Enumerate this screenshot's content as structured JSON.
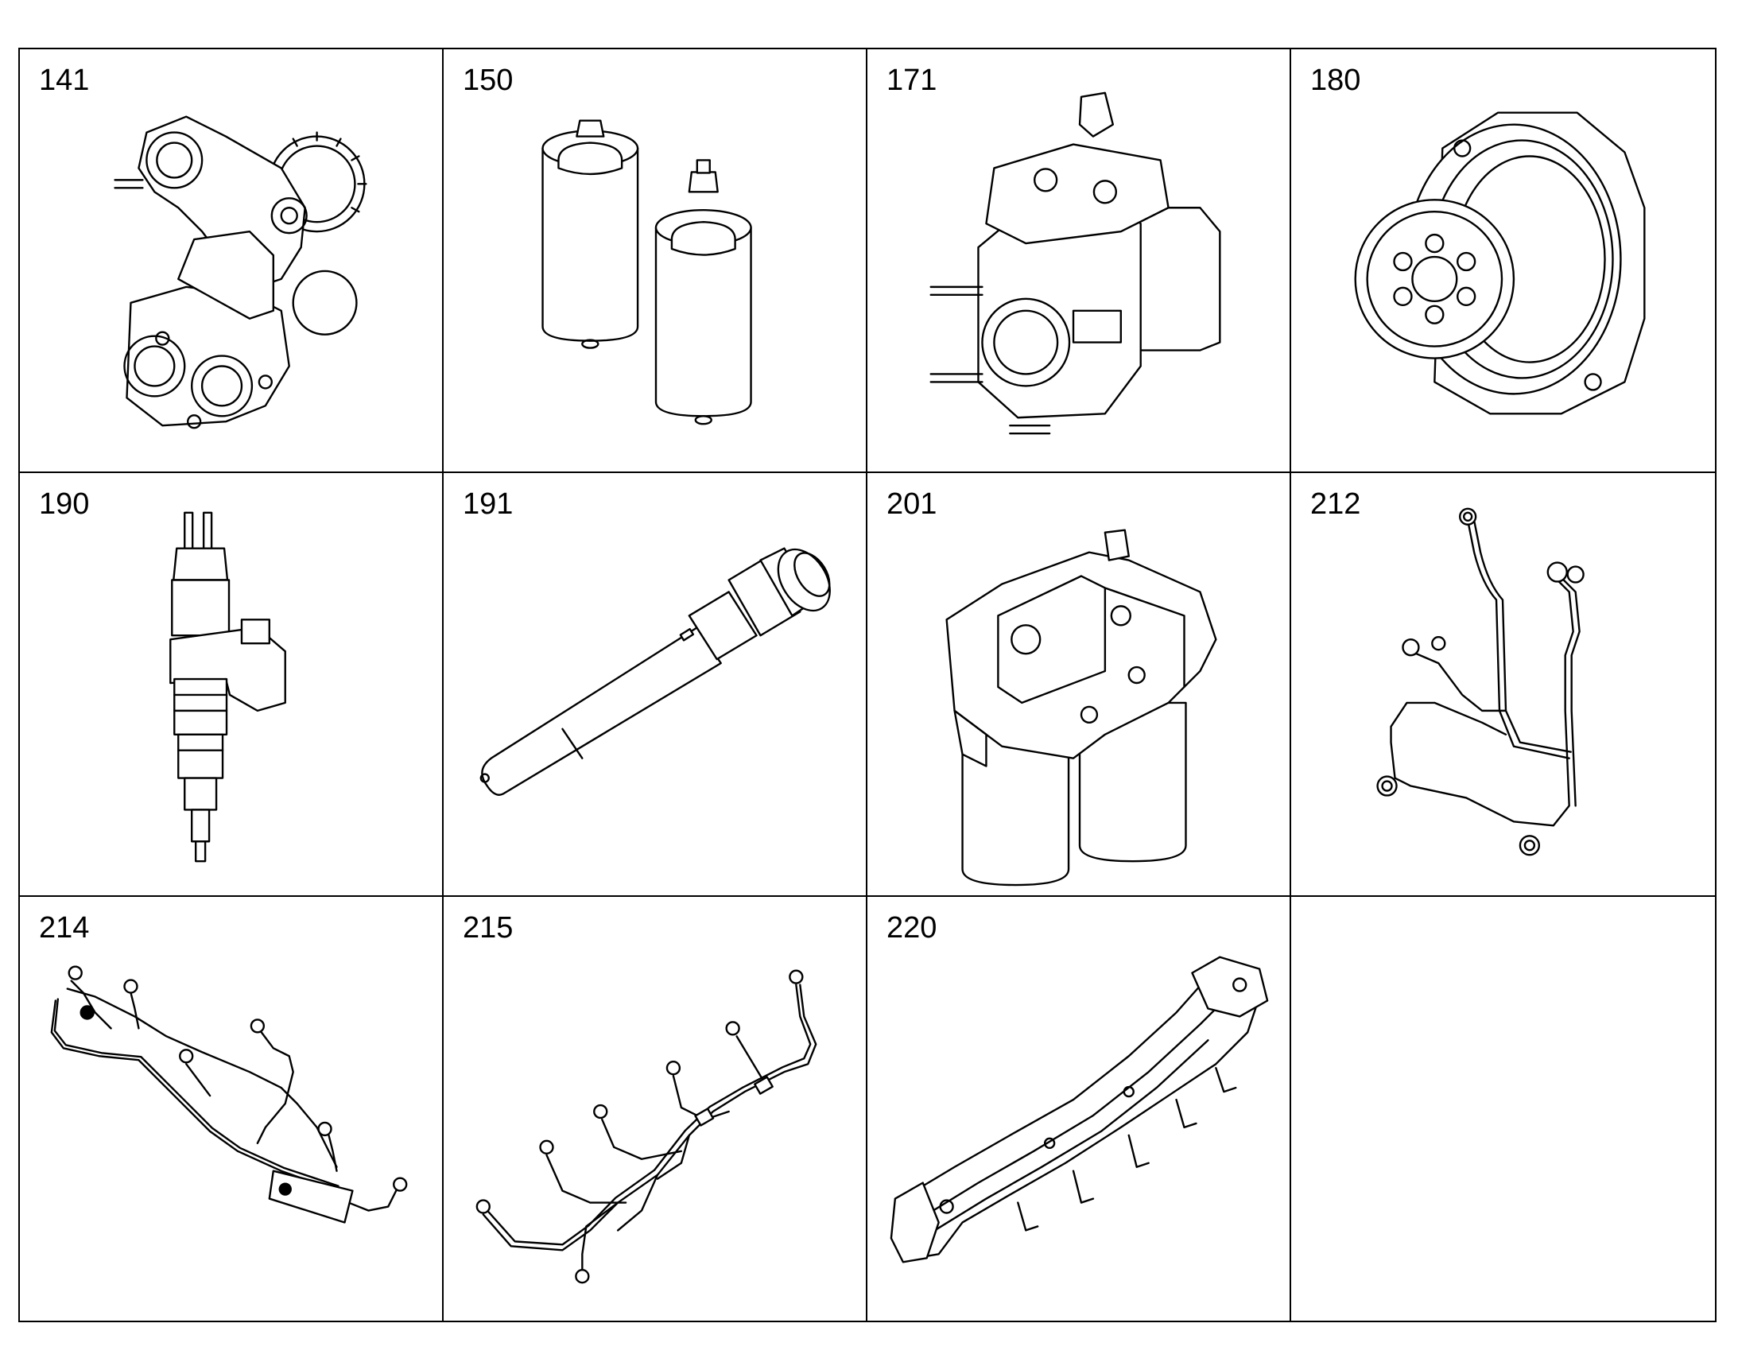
{
  "parts": [
    {
      "number": "141",
      "icon": "oil-pump-gear-housing-icon"
    },
    {
      "number": "150",
      "icon": "fuel-filter-pair-icon"
    },
    {
      "number": "171",
      "icon": "fuel-pump-icon"
    },
    {
      "number": "180",
      "icon": "drive-gear-hub-icon"
    },
    {
      "number": "190",
      "icon": "fuel-injector-icon"
    },
    {
      "number": "191",
      "icon": "injector-sleeve-icon"
    },
    {
      "number": "201",
      "icon": "fuel-filter-housing-icon"
    },
    {
      "number": "212",
      "icon": "small-wiring-harness-icon"
    },
    {
      "number": "214",
      "icon": "engine-wiring-harness-icon"
    },
    {
      "number": "215",
      "icon": "injector-wiring-harness-icon"
    },
    {
      "number": "220",
      "icon": "intake-manifold-icon"
    },
    {
      "number": "",
      "icon": ""
    }
  ]
}
